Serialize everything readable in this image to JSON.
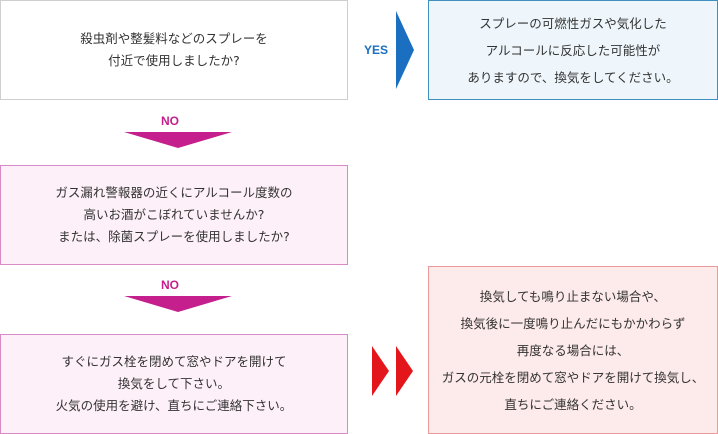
{
  "flow": {
    "question_1": {
      "lines": [
        "殺虫剤や整髪料などのスプレーを",
        "付近で使用しましたか?"
      ]
    },
    "yes_label": "YES",
    "answer_yes": {
      "lines": [
        "スプレーの可燃性ガスや気化した",
        "アルコールに反応した可能性が",
        "ありますので、換気をしてください。"
      ]
    },
    "no_label_1": "NO",
    "question_2": {
      "lines": [
        "ガス漏れ警報器の近くにアルコール度数の",
        "高いお酒がこぼれていませんか?",
        "または、除菌スプレーを使用しましたか?"
      ]
    },
    "no_label_2": "NO",
    "answer_no": {
      "lines": [
        "すぐにガス栓を閉めて窓やドアを開けて",
        "換気をして下さい。",
        "火気の使用を避け、直ちにご連絡下さい。"
      ]
    },
    "answer_followup": {
      "lines": [
        "換気しても鳴り止まない場合や、",
        "換気後に一度鳴り止んだにもかかわらず",
        "再度なる場合には、",
        "ガスの元栓を閉めて窓やドアを開けて換気し、",
        "直ちにご連絡ください。"
      ]
    }
  },
  "colors": {
    "yes_arrow": "#1a6fc0",
    "no_arrow": "#c41f8c",
    "followup_arrow": "#e3161b"
  }
}
